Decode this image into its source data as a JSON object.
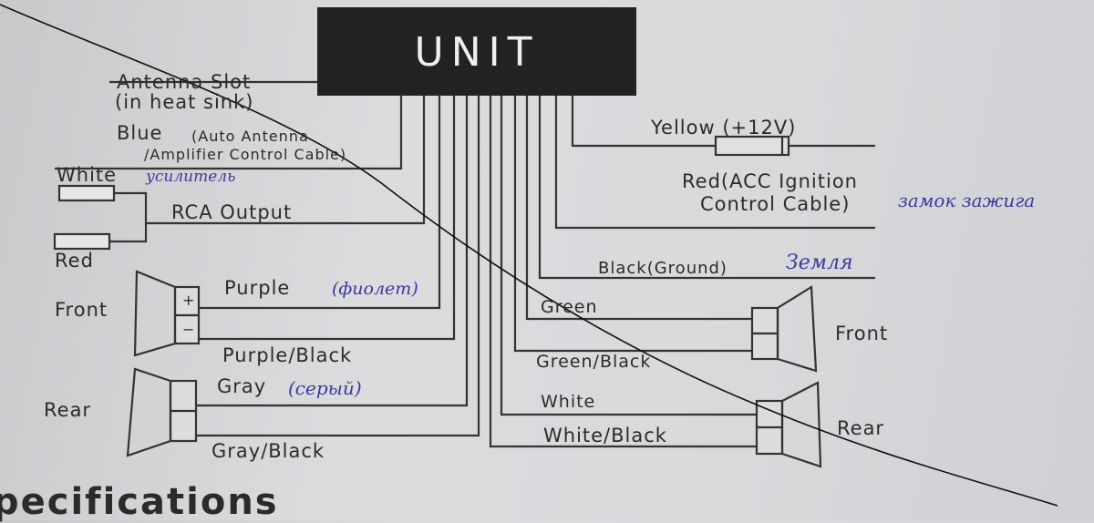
{
  "unit_label": "UNIT",
  "left": {
    "antenna": "Antenna Slot",
    "antenna_sub": "(in heat sink)",
    "blue": "Blue",
    "blue_sub1": "(Auto Antenna",
    "blue_sub2": "/Amplifier Control Cable)",
    "blue_note": "усилитель",
    "white": "White",
    "rca": "RCA Output",
    "red": "Red",
    "front": "Front",
    "purple": "Purple",
    "purple_note": "(фиолет)",
    "purple_black": "Purple/Black",
    "rear": "Rear",
    "gray": "Gray",
    "gray_note": "(серый)",
    "gray_black": "Gray/Black"
  },
  "right": {
    "yellow": "Yellow (+12V)",
    "red1": "Red(ACC Ignition",
    "red2": "Control Cable)",
    "red_note": "замок зажига",
    "black": "Black(Ground)",
    "black_note": "Земля",
    "green": "Green",
    "green_black": "Green/Black",
    "front": "Front",
    "white": "White",
    "white_black": "White/Black",
    "rear": "Rear"
  },
  "footer": "pecifications",
  "speaker_plus": "+",
  "speaker_minus": "−"
}
